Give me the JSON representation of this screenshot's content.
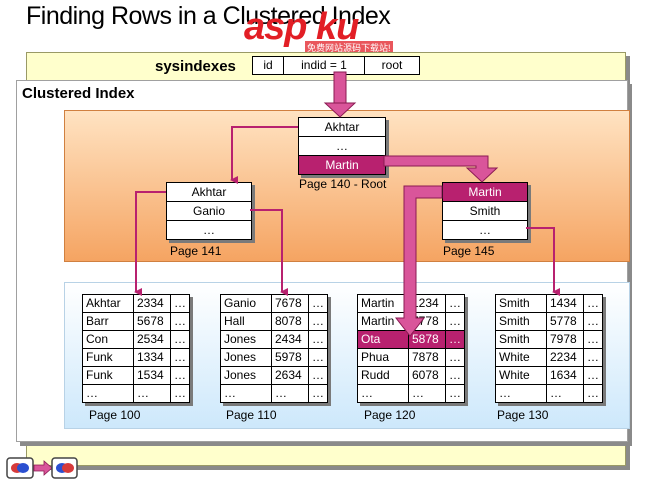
{
  "title": "Finding Rows in a Clustered Index",
  "watermark": {
    "logo": "asp ku",
    "sub": "免费网站源码下载站!"
  },
  "sysindexes": {
    "label": "sysindexes",
    "cols": [
      "id",
      "indid = 1",
      "root"
    ]
  },
  "clustered_label": "Clustered Index",
  "root": {
    "rows": [
      "Akhtar",
      "…",
      "Martin"
    ],
    "highlight": 2,
    "page": "Page 140 - Root"
  },
  "mid": [
    {
      "rows": [
        "Akhtar",
        "Ganio",
        "…"
      ],
      "highlight": -1,
      "page": "Page 141"
    },
    {
      "rows": [
        "Martin",
        "Smith",
        "…"
      ],
      "highlight": 0,
      "page": "Page 145"
    }
  ],
  "leaves": [
    {
      "page": "Page 100",
      "highlight": -1,
      "rows": [
        [
          "Akhtar",
          "2334",
          "…"
        ],
        [
          "Barr",
          "5678",
          "…"
        ],
        [
          "Con",
          "2534",
          "…"
        ],
        [
          "Funk",
          "1334",
          "…"
        ],
        [
          "Funk",
          "1534",
          "…"
        ],
        [
          "…",
          "…",
          "…"
        ]
      ]
    },
    {
      "page": "Page 110",
      "highlight": -1,
      "rows": [
        [
          "Ganio",
          "7678",
          "…"
        ],
        [
          "Hall",
          "8078",
          "…"
        ],
        [
          "Jones",
          "2434",
          "…"
        ],
        [
          "Jones",
          "5978",
          "…"
        ],
        [
          "Jones",
          "2634",
          "…"
        ],
        [
          "…",
          "…",
          "…"
        ]
      ]
    },
    {
      "page": "Page 120",
      "highlight": 2,
      "rows": [
        [
          "Martin",
          "1234",
          "…"
        ],
        [
          "Martin",
          "7778",
          "…"
        ],
        [
          "Ota",
          "5878",
          "…"
        ],
        [
          "Phua",
          "7878",
          "…"
        ],
        [
          "Rudd",
          "6078",
          "…"
        ],
        [
          "…",
          "…",
          "…"
        ]
      ]
    },
    {
      "page": "Page 130",
      "highlight": -1,
      "rows": [
        [
          "Smith",
          "1434",
          "…"
        ],
        [
          "Smith",
          "5778",
          "…"
        ],
        [
          "Smith",
          "7978",
          "…"
        ],
        [
          "White",
          "2234",
          "…"
        ],
        [
          "White",
          "1634",
          "…"
        ],
        [
          "…",
          "…",
          "…"
        ]
      ]
    }
  ],
  "colors": {
    "highlight": "#b8216f",
    "orange_panel": "#f5a462",
    "blue_panel": "#cde8fb",
    "sysbar": "#ffffcc"
  }
}
